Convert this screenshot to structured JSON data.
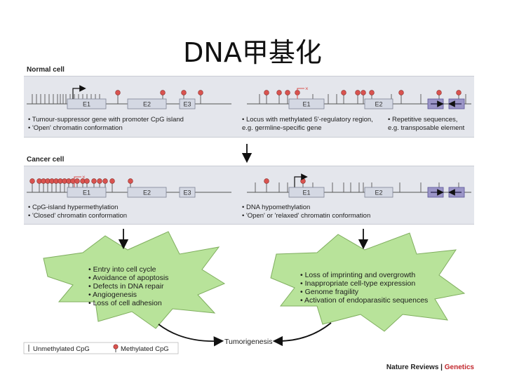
{
  "title": "DNA甲基化",
  "normal": {
    "label": "Normal cell",
    "left_notes": [
      "• Tumour-suppressor gene with promoter CpG island",
      "• 'Open' chromatin conformation"
    ],
    "mid_notes": [
      "• Locus with methylated 5'-regulatory region,",
      "e.g. germline-specific gene"
    ],
    "right_notes": [
      "• Repetitive sequences,",
      "e.g. transposable element"
    ]
  },
  "cancer": {
    "label": "Cancer cell",
    "left_notes": [
      "• CpG-island hypermethylation",
      "• 'Closed' chromatin conformation"
    ],
    "right_notes": [
      "• DNA hypomethylation",
      "• 'Open' or 'relaxed' chromatin conformation"
    ]
  },
  "exons": {
    "e1": "E1",
    "e2": "E2",
    "e3": "E3"
  },
  "effects_left": [
    "• Entry into cell cycle",
    "• Avoidance of apoptosis",
    "• Defects in DNA repair",
    "• Angiogenesis",
    "• Loss of cell adhesion"
  ],
  "effects_right": [
    "• Loss of imprinting and overgrowth",
    "• Inappropriate cell-type expression",
    "• Genome fragility",
    "• Activation of endoparasitic sequences"
  ],
  "outcome": "Tumorigenesis",
  "legend": {
    "unmethylated": "Unmethylated CpG",
    "methylated": "Methylated CpG"
  },
  "credit": {
    "journal": "Nature Reviews",
    "separator": " | ",
    "section": "Genetics"
  },
  "colors": {
    "panel": "#e4e6ec",
    "methyl": "#d9534f",
    "burst": "#b8e39a",
    "exon": "#d4d8e3",
    "repeat": "#9b95c7",
    "arrow": "#111111"
  }
}
